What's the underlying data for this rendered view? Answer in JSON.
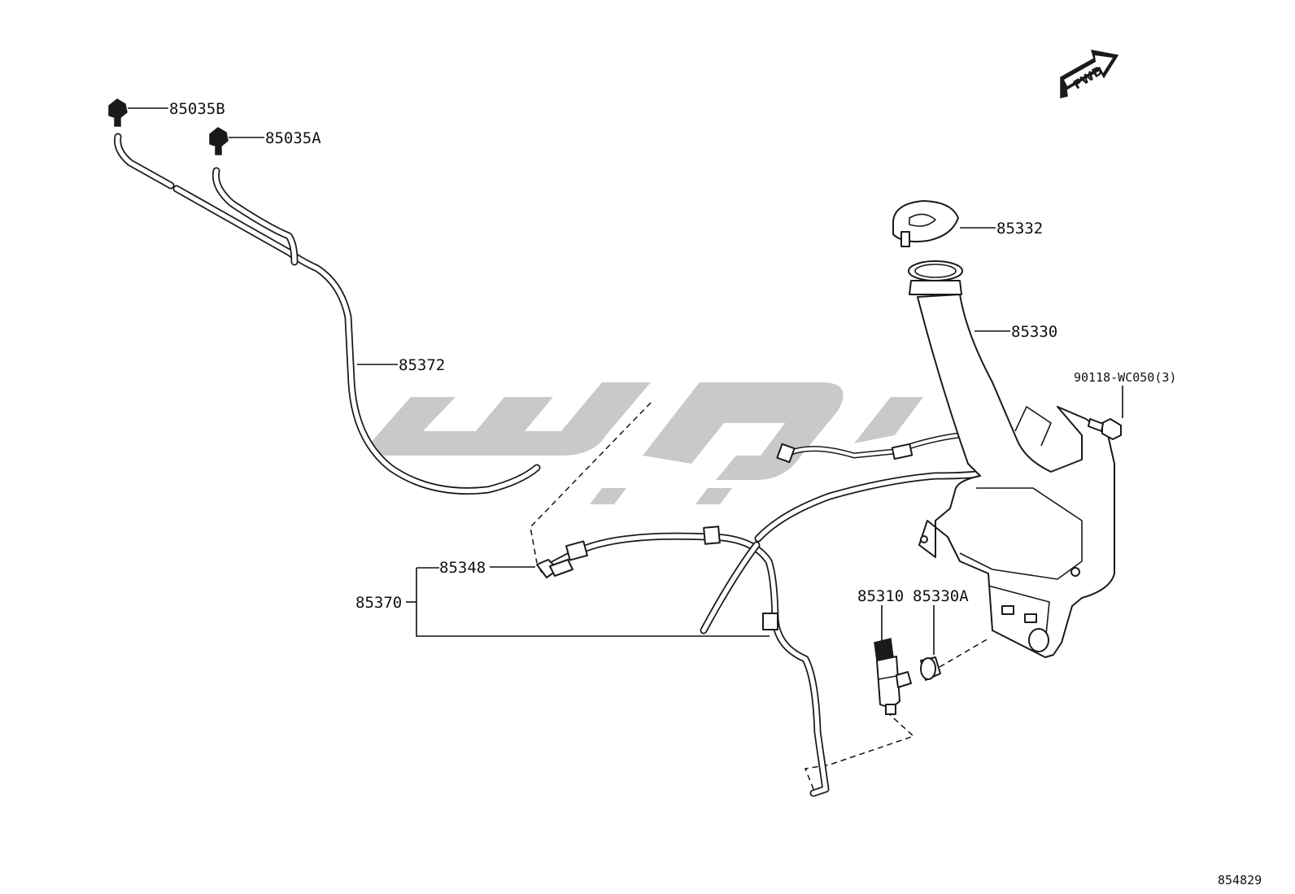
{
  "diagram": {
    "callouts": {
      "p85035B": "85035B",
      "p85035A": "85035A",
      "p85372": "85372",
      "p85332": "85332",
      "p85330": "85330",
      "p90118": "90118-WC050(3)",
      "p85348": "85348",
      "p85370": "85370",
      "p85310": "85310",
      "p85330A": "85330A"
    },
    "direction_badge": "FWD",
    "figure_code": "854829"
  },
  "icons": {
    "direction": "forward-arrow-icon",
    "watermark": "watermark-logo"
  },
  "colors": {
    "line": "#1a1a1a",
    "watermark": "#c9c9c9",
    "background": "#ffffff"
  }
}
